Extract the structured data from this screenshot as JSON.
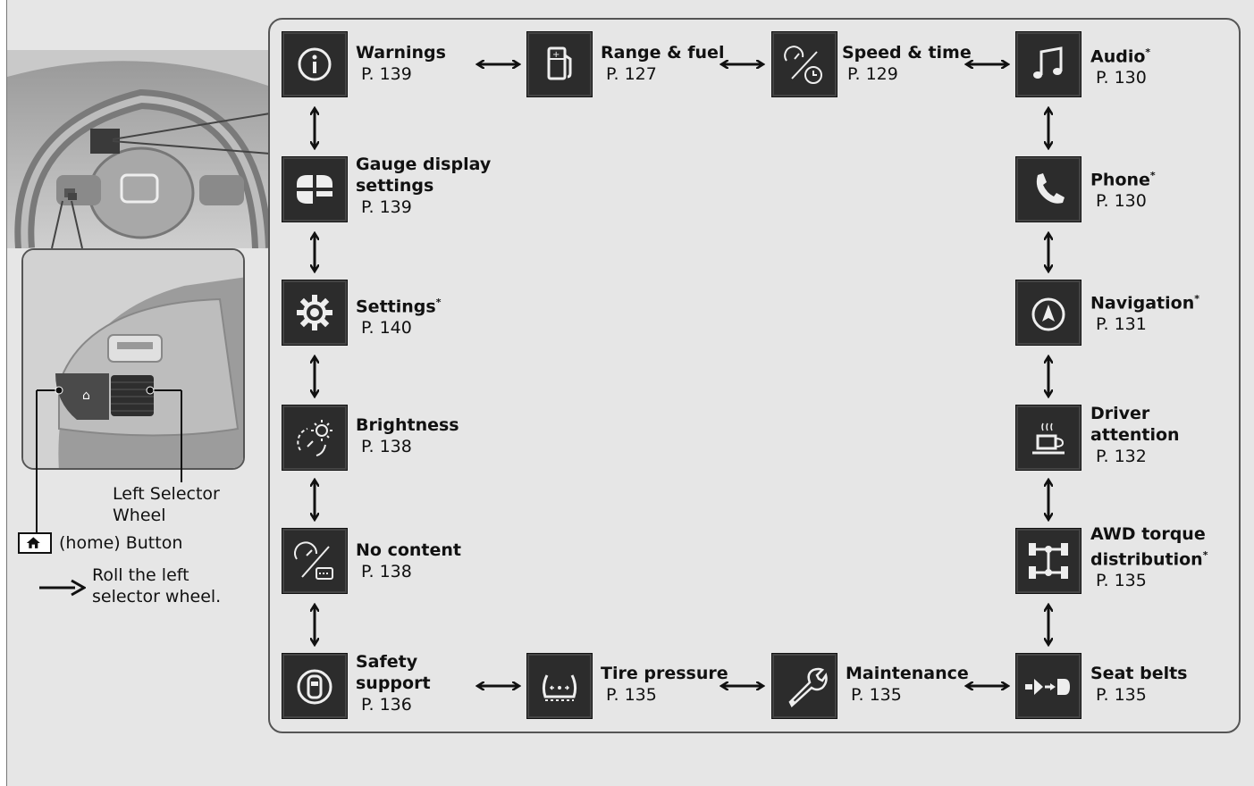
{
  "items": {
    "warnings": {
      "title": "Warnings",
      "sup": "",
      "page": "P. 139",
      "icon": "info-icon"
    },
    "range": {
      "title": "Range & fuel",
      "sup": "",
      "page": "P. 127",
      "icon": "fuel-pump-icon"
    },
    "speed": {
      "title": "Speed & time",
      "sup": "",
      "page": "P. 129",
      "icon": "speed-clock-icon"
    },
    "audio": {
      "title": "Audio",
      "sup": "*",
      "page": "P. 130",
      "icon": "music-note-icon"
    },
    "phone": {
      "title": "Phone",
      "sup": "*",
      "page": "P. 130",
      "icon": "phone-icon"
    },
    "navigation": {
      "title": "Navigation",
      "sup": "*",
      "page": "P. 131",
      "icon": "compass-icon"
    },
    "driver": {
      "title1": "Driver",
      "title2": "attention",
      "page": "P. 132",
      "icon": "coffee-cup-icon"
    },
    "awd": {
      "title1": "AWD torque",
      "title2": "distribution",
      "sup": "*",
      "page": "P. 135",
      "icon": "drivetrain-icon"
    },
    "seatbelts": {
      "title": "Seat belts",
      "page": "P. 135",
      "icon": "seatbelt-icon"
    },
    "maintenance": {
      "title": "Maintenance",
      "page": "P. 135",
      "icon": "wrench-icon"
    },
    "tire": {
      "title": "Tire pressure",
      "page": "P. 135",
      "icon": "tire-pressure-icon"
    },
    "safety": {
      "title1": "Safety",
      "title2": "support",
      "page": "P. 136",
      "icon": "safety-car-icon"
    },
    "nocontent": {
      "title": "No content",
      "page": "P. 138",
      "icon": "blank-gauge-icon"
    },
    "brightness": {
      "title": "Brightness",
      "page": "P. 138",
      "icon": "brightness-icon"
    },
    "settings": {
      "title": "Settings",
      "sup": "*",
      "page": "P. 140",
      "icon": "gear-icon"
    },
    "gauge": {
      "title1": "Gauge display",
      "title2": "settings",
      "page": "P. 139",
      "icon": "gauge-layout-icon"
    }
  },
  "legend": {
    "left_selector_1": "Left Selector",
    "left_selector_2": "Wheel",
    "home_button": "(home) Button",
    "roll_1": "Roll the left",
    "roll_2": "selector wheel."
  }
}
